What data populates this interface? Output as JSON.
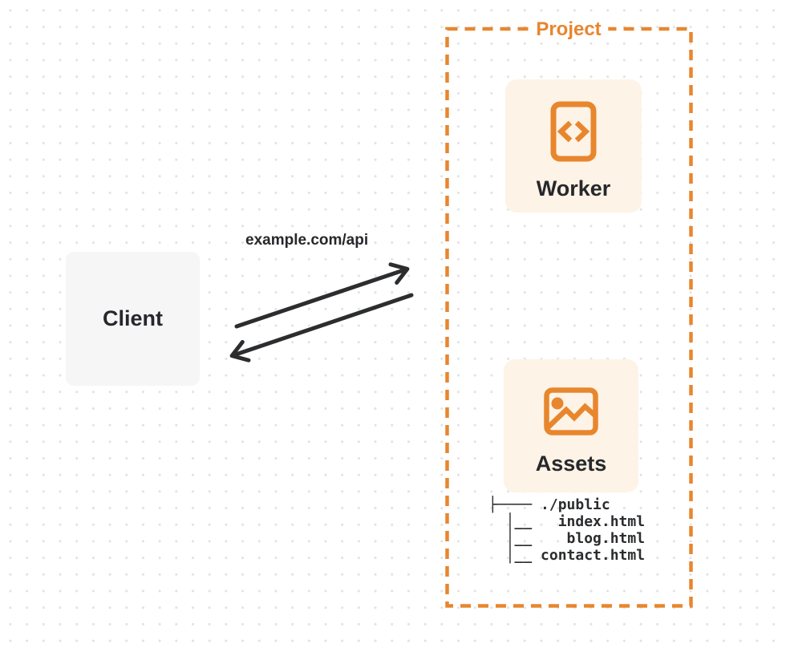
{
  "client": {
    "label": "Client"
  },
  "connection": {
    "label": "example.com/api"
  },
  "project": {
    "label": "Project",
    "nodes": [
      {
        "label": "Worker",
        "icon": "code-file-icon"
      },
      {
        "label": "Assets",
        "icon": "image-icon"
      }
    ],
    "file_tree": [
      "├──── ./public",
      "  │__   index.html",
      "  │__    blog.html",
      "  │__ contact.html"
    ]
  },
  "colors": {
    "accent_orange": "#E8862E",
    "panel_cream": "#FDF3E6",
    "client_gray": "#F6F6F7",
    "ink": "#26282B",
    "dot_grid": "#E3E3E5"
  }
}
